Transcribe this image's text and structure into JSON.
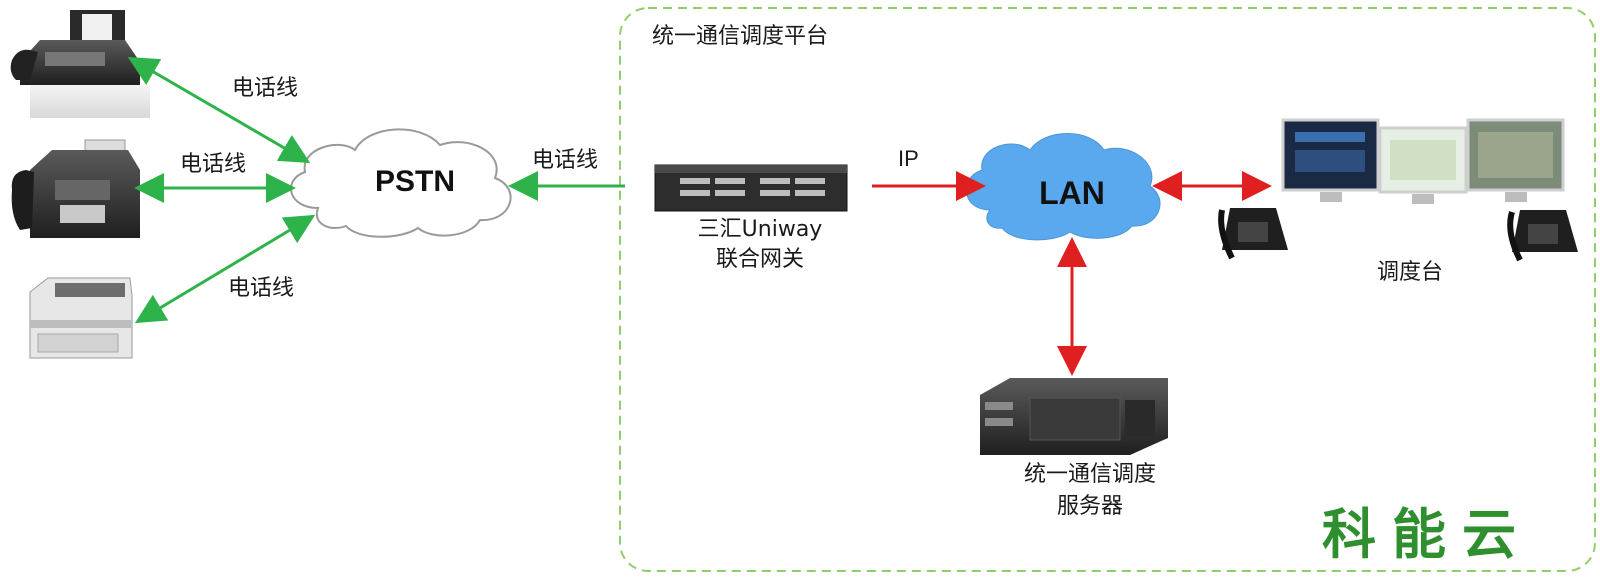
{
  "platform": {
    "title": "统一通信调度平台"
  },
  "links": {
    "fax1_to_pstn": "电话线",
    "fax2_to_pstn": "电话线",
    "fax3_to_pstn": "电话线",
    "gateway_to_pstn": "电话线",
    "gateway_to_lan": "IP"
  },
  "nodes": {
    "pstn": "PSTN",
    "lan": "LAN",
    "gateway_line1": "三汇Uniway",
    "gateway_line2": "联合网关",
    "console": "调度台",
    "server_line1": "统一通信调度",
    "server_line2": "服务器"
  },
  "brand": {
    "text": "科能云"
  },
  "colors": {
    "green_line": "#2db34a",
    "red_line": "#e02020",
    "lan_cloud": "#5aa9ee",
    "brand": "#2f8f2f",
    "dashed_border": "#8fcf6a"
  }
}
